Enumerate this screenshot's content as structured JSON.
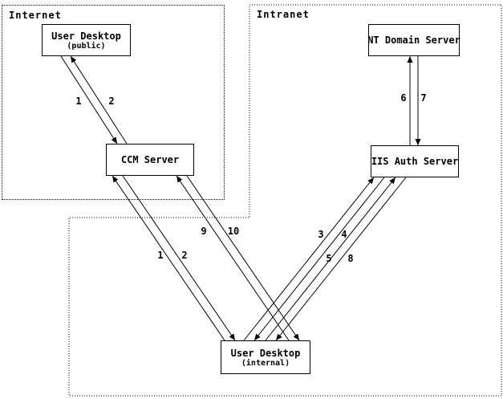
{
  "diagram": {
    "colors": {
      "line": "#000000",
      "background": "#ffffff"
    },
    "zones": {
      "internet": {
        "label": "Internet"
      },
      "intranet": {
        "label": "Intranet"
      }
    },
    "nodes": {
      "user_desktop_public": {
        "title": "User Desktop",
        "subtitle": "(public)"
      },
      "ccm_server": {
        "title": "CCM Server"
      },
      "nt_domain_server": {
        "title": "NT Domain Server"
      },
      "iis_auth_server": {
        "title": "IIS Auth Server"
      },
      "user_desktop_internal": {
        "title": "User Desktop",
        "subtitle": "(internal)"
      }
    },
    "edges": {
      "pub1": {
        "label": "1",
        "from": "User Desktop (public)",
        "to": "CCM Server"
      },
      "pub2": {
        "label": "2",
        "from": "CCM Server",
        "to": "User Desktop (public)"
      },
      "int1": {
        "label": "1",
        "from": "User Desktop (internal)",
        "to": "CCM Server"
      },
      "int2": {
        "label": "2",
        "from": "CCM Server",
        "to": "User Desktop (internal)"
      },
      "e3": {
        "label": "3",
        "from": "User Desktop (internal)",
        "to": "IIS Auth Server"
      },
      "e4": {
        "label": "4",
        "from": "IIS Auth Server",
        "to": "User Desktop (internal)"
      },
      "e5": {
        "label": "5",
        "from": "User Desktop (internal)",
        "to": "IIS Auth Server"
      },
      "e6": {
        "label": "6",
        "from": "IIS Auth Server",
        "to": "NT Domain Server"
      },
      "e7": {
        "label": "7",
        "from": "NT Domain Server",
        "to": "IIS Auth Server"
      },
      "e8": {
        "label": "8",
        "from": "IIS Auth Server",
        "to": "User Desktop (internal)"
      },
      "e9": {
        "label": "9",
        "from": "User Desktop (internal)",
        "to": "CCM Server"
      },
      "e10": {
        "label": "10",
        "from": "CCM Server",
        "to": "User Desktop (internal)"
      }
    }
  }
}
